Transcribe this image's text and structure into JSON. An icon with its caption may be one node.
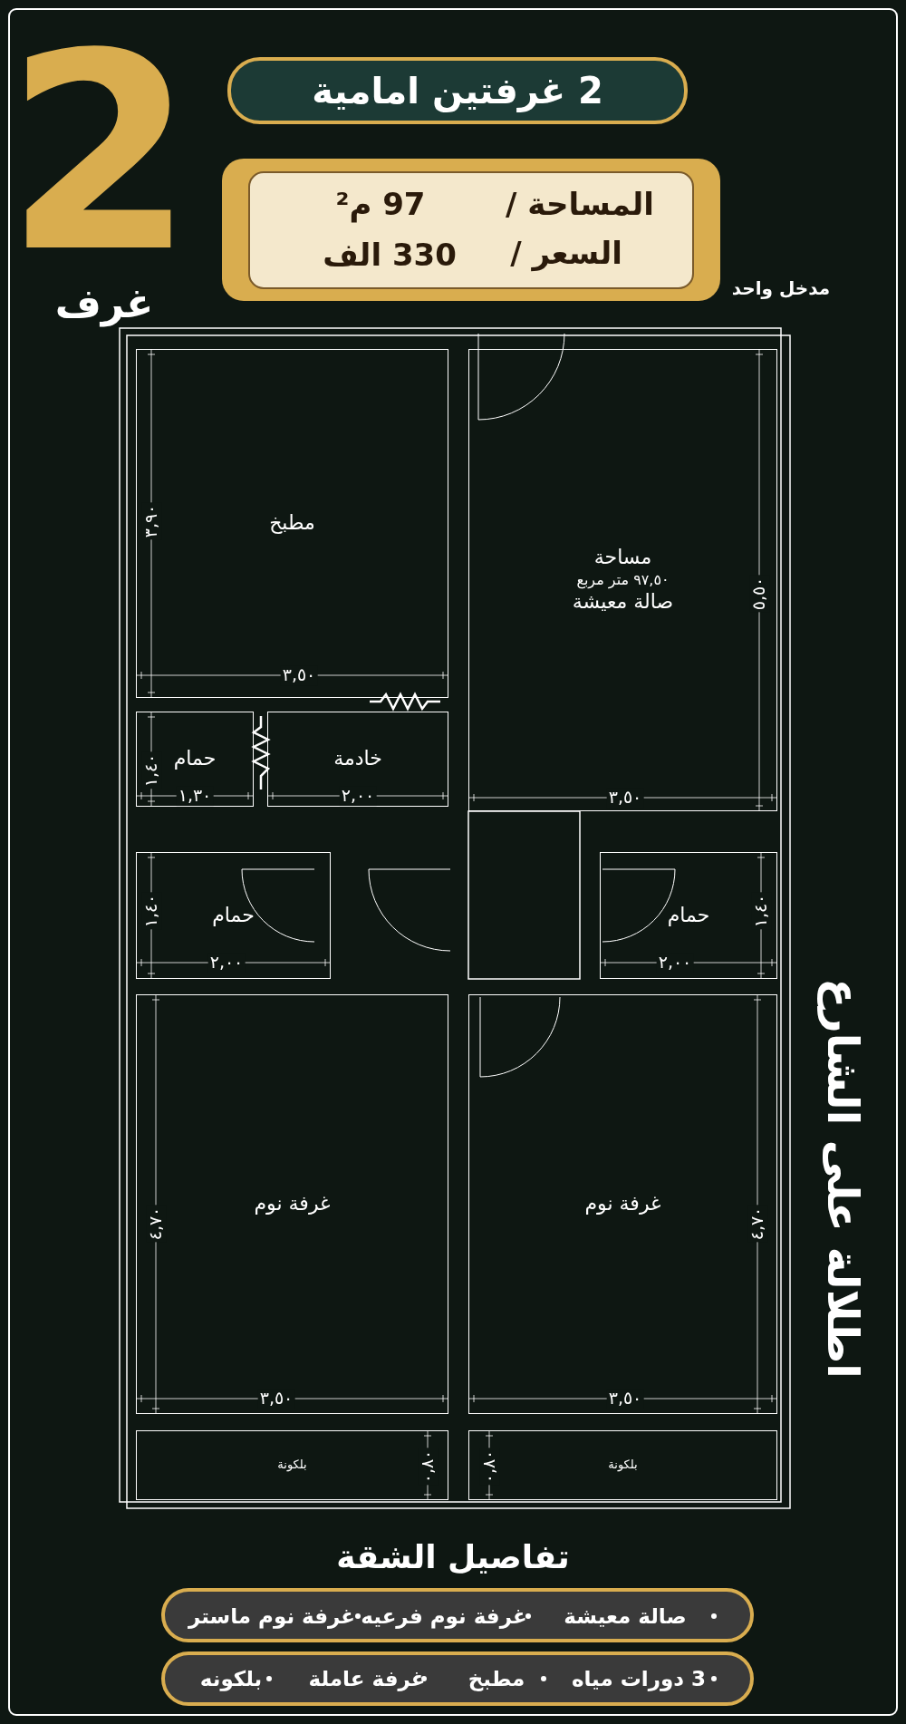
{
  "diagram": {
    "title": "2 غرفتين امامية",
    "nodes": [
      {
        "text": [
          "مطبخ"
        ]
      },
      {
        "text": [
          "مساحة",
          "٩٧,٥٠ متر مربع",
          "صالة معيشة"
        ]
      },
      {
        "text": [
          "حمام"
        ]
      },
      {
        "text": [
          "خادمة"
        ]
      },
      {
        "text": [
          "حمام"
        ]
      },
      {
        "text": [
          "حمام"
        ]
      },
      {
        "text": [
          "غرفة نوم"
        ]
      },
      {
        "text": [
          "غرفة نوم"
        ]
      },
      {
        "text": [
          "بلكونة"
        ]
      },
      {
        "text": [
          "بلكونة"
        ]
      }
    ],
    "labels": [
      "2",
      "غرف",
      "المساحة /",
      "97 م²",
      "السعر /",
      "330 الف",
      "مدخل واحد",
      "٣,٩٠",
      "٥,٥٠",
      "٣,٥٠",
      "١,٤٠",
      "١,٣٠",
      "٢,٠٠",
      "٣,٥٠",
      "١,٤٠",
      "٢,٠٠",
      "١,٤٠",
      "٢,٠٠",
      "٤,٧٠",
      "٣,٥٠",
      "٤,٧٠",
      "٣,٥٠",
      "٠,٨٠",
      "٠,٨٠",
      "اطلالة على الشارع",
      "تفاصيل الشقة",
      "صالة معيشة",
      "غرفة نوم فرعيه",
      "غرفة نوم ماستر",
      "3 دورات مياه",
      "مطبخ",
      "غرفة عاملة",
      "بلكونه"
    ]
  }
}
